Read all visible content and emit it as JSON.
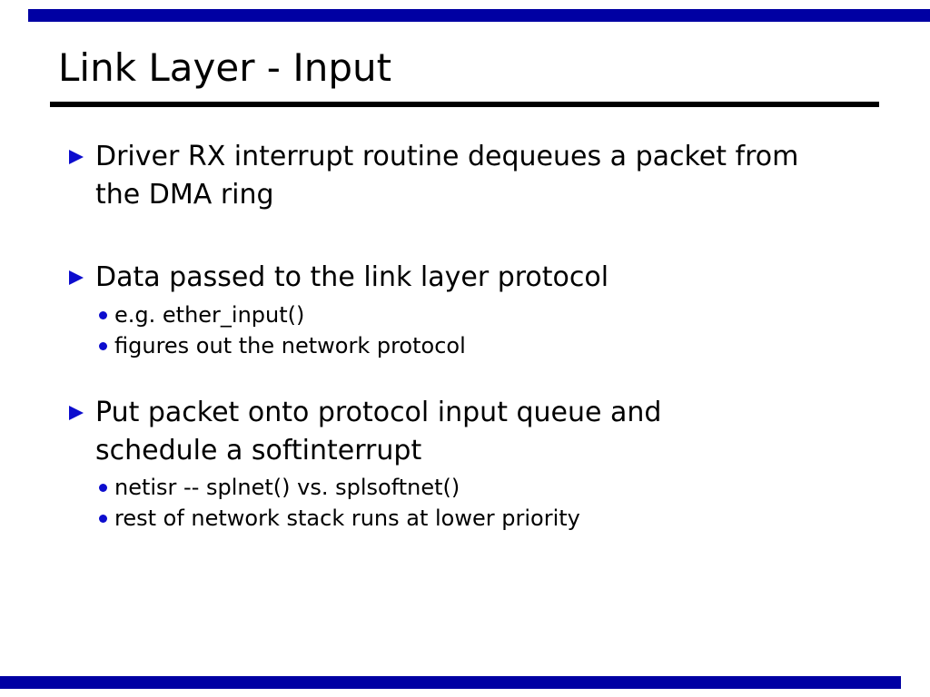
{
  "slide": {
    "title": "Link Layer - Input",
    "colors": {
      "background": "#FFFFFF",
      "bar_blue": "#0000A3",
      "bullet_blue": "#0D0DCE",
      "text_black": "#000000",
      "rule_black": "#000000"
    },
    "bullets": [
      {
        "text": "Driver RX interrupt routine dequeues a packet from the DMA ring",
        "children": []
      },
      {
        "text": "Data passed to the link layer protocol",
        "children": [
          "e.g. ether_input()",
          "figures out the network protocol"
        ]
      },
      {
        "text": "Put packet onto protocol input queue and schedule a softinterrupt",
        "children": [
          "netisr -- splnet() vs. splsoftnet()",
          "rest of network stack runs at lower priority"
        ]
      }
    ]
  }
}
